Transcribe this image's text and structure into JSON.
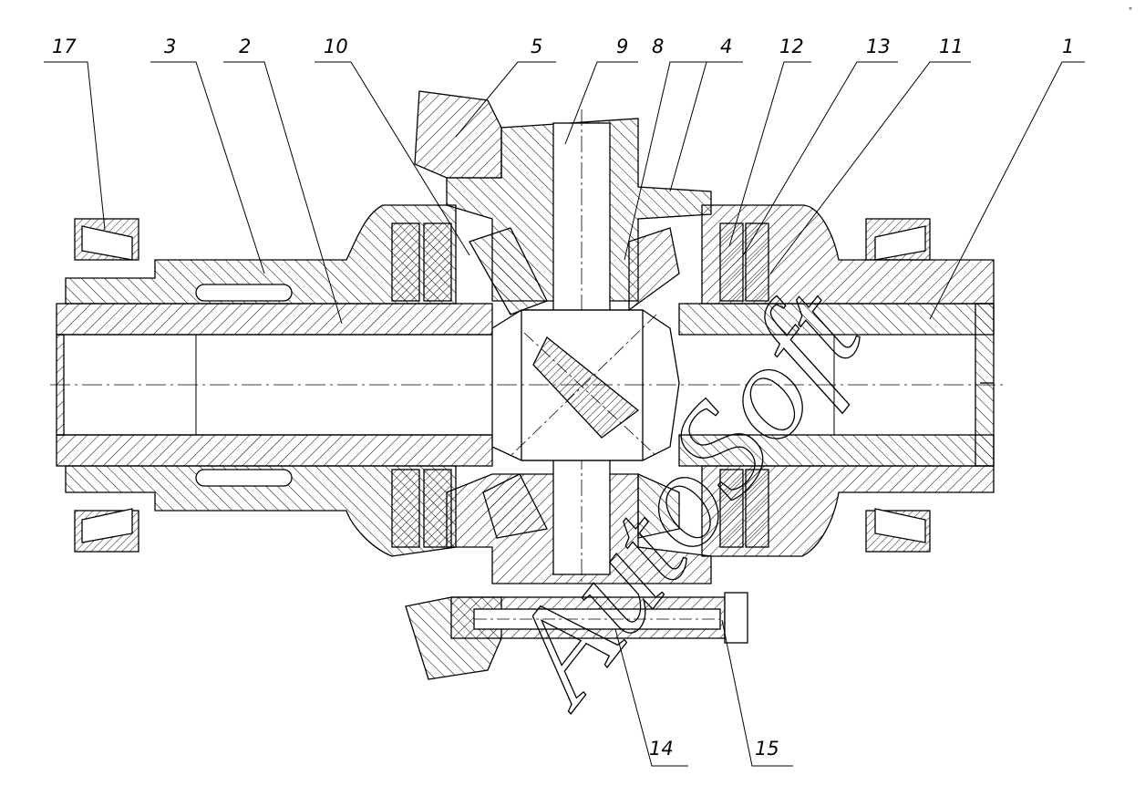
{
  "figure": {
    "callouts": [
      {
        "id": "17",
        "label": "17"
      },
      {
        "id": "3",
        "label": "3"
      },
      {
        "id": "2",
        "label": "2"
      },
      {
        "id": "10",
        "label": "10"
      },
      {
        "id": "5",
        "label": "5"
      },
      {
        "id": "9",
        "label": "9"
      },
      {
        "id": "8",
        "label": "8"
      },
      {
        "id": "4",
        "label": "4"
      },
      {
        "id": "12",
        "label": "12"
      },
      {
        "id": "13",
        "label": "13"
      },
      {
        "id": "11",
        "label": "11"
      },
      {
        "id": "1",
        "label": "1"
      },
      {
        "id": "14",
        "label": "14"
      },
      {
        "id": "15",
        "label": "15"
      }
    ],
    "watermark": "AutoSoft",
    "corner_mark": "°"
  },
  "colors": {
    "line": "#000000",
    "background": "#ffffff"
  }
}
